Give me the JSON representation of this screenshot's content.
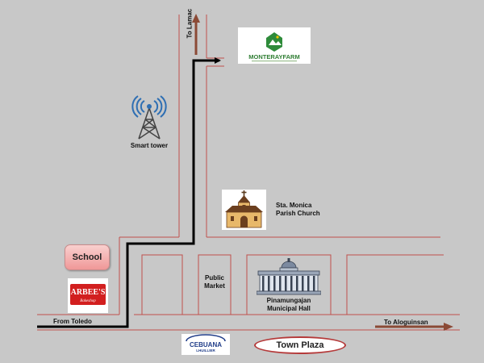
{
  "labels": {
    "to_lamac": "To Lamac",
    "smart_tower": "Smart tower",
    "church_line1": "Sta. Monica",
    "church_line2": "Parish Church",
    "school": "School",
    "public_market_line1": "Public",
    "public_market_line2": "Market",
    "hall_line1": "Pinamungajan",
    "hall_line2": "Municipal Hall",
    "from_toledo": "From Toledo",
    "to_aloguinsan": "To Aloguinsan",
    "town_plaza": "Town Plaza"
  },
  "logos": {
    "monteray": "MONTERAYFARM",
    "arbees": "ARBEE'S",
    "arbees_sub": "Bakeshop",
    "cebuana": "CEBUANA",
    "cebuana_sub": "LHUILLIER"
  },
  "colors": {
    "background": "#c8c8c8",
    "road_line": "#c0504d",
    "route": "#000000",
    "arrow_brown": "#8b4a36",
    "monteray_green": "#2e8b3a",
    "arbees_red": "#d21f1f",
    "cebuana_blue": "#1f3c88"
  },
  "icons": [
    "cell-tower-icon",
    "church-icon",
    "municipal-hall-icon",
    "farm-logo-icon"
  ]
}
